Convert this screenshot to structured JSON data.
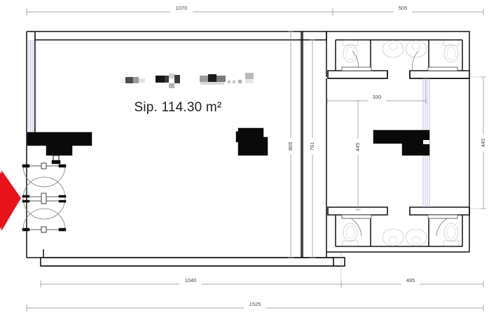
{
  "plan": {
    "title": "Sip. 114.30 m²",
    "area_label": "Sip.",
    "area_value": "114.30",
    "area_unit": "m²",
    "redacted_note": "blurred-text-above-area-label"
  },
  "colors": {
    "wall": "#111111",
    "solid_fill": "#0a0a0a",
    "glass": "#b9b8e0",
    "dimension": "#8c8c8c",
    "dimension_text": "#4a4a4a",
    "arrow": "#e8131a",
    "fixture": "#c9c9c9",
    "background": "#ffffff"
  },
  "dimensions": {
    "top": [
      {
        "name": "top-main-span",
        "value": "1070"
      },
      {
        "name": "top-right-span",
        "value": "505"
      }
    ],
    "bottom": [
      {
        "name": "bottom-main-span",
        "value": "1040"
      },
      {
        "name": "bottom-right-span",
        "value": "485"
      }
    ],
    "bottom_overall": {
      "name": "overall-width",
      "value": "1525"
    },
    "vertical_interior": [
      {
        "name": "interior-depth-805",
        "value": "805"
      },
      {
        "name": "interior-depth-761",
        "value": "761"
      }
    ],
    "right_outer": {
      "name": "right-height",
      "value": "445"
    },
    "inner_block": [
      {
        "name": "corridor-width-330",
        "value": "330"
      },
      {
        "name": "corridor-height-445",
        "value": "445"
      }
    ]
  },
  "rooms": [
    {
      "name": "main-hall",
      "label": "Sip. 114.30 m²"
    },
    {
      "name": "wc-top-left",
      "label": ""
    },
    {
      "name": "wc-top-middle",
      "label": ""
    },
    {
      "name": "wc-top-right",
      "label": ""
    },
    {
      "name": "wc-bottom-left",
      "label": ""
    },
    {
      "name": "wc-bottom-middle",
      "label": ""
    },
    {
      "name": "wc-bottom-right",
      "label": ""
    }
  ],
  "fixtures": [
    {
      "name": "toilet-top-left",
      "type": "toilet"
    },
    {
      "name": "sink-top-middle-1",
      "type": "sink"
    },
    {
      "name": "sink-top-middle-2",
      "type": "sink"
    },
    {
      "name": "toilet-top-right",
      "type": "toilet"
    },
    {
      "name": "toilet-bottom-left",
      "type": "toilet"
    },
    {
      "name": "sink-bottom-middle-1",
      "type": "sink"
    },
    {
      "name": "sink-bottom-middle-2",
      "type": "sink"
    },
    {
      "name": "toilet-bottom-right",
      "type": "toilet"
    }
  ],
  "doors": [
    {
      "name": "entrance-door-upper",
      "type": "swing"
    },
    {
      "name": "entrance-door-middle",
      "type": "double-swing"
    },
    {
      "name": "entrance-door-lower",
      "type": "swing"
    },
    {
      "name": "wc-door-top-left",
      "type": "swing"
    },
    {
      "name": "wc-door-top-right",
      "type": "swing"
    },
    {
      "name": "wc-door-bottom-left",
      "type": "swing"
    },
    {
      "name": "wc-door-bottom-right",
      "type": "swing"
    }
  ],
  "annotations": {
    "entrance_arrow": {
      "name": "entrance-direction-arrow",
      "color": "#e8131a"
    }
  }
}
